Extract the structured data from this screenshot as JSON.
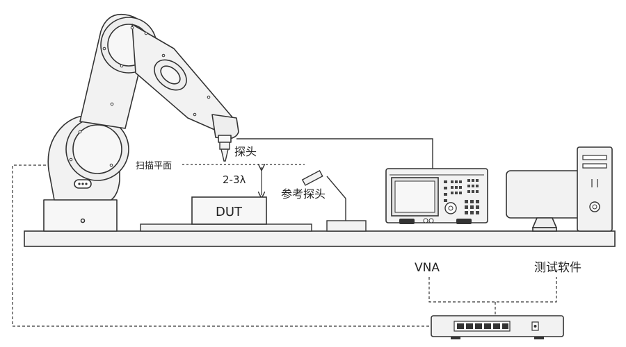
{
  "labels": {
    "probe": "探头",
    "scan_plane": "扫描平面",
    "distance": "2-3λ",
    "reference_probe": "参考探头",
    "dut": "DUT",
    "vna": "VNA",
    "test_software": "测试软件"
  },
  "colors": {
    "stroke": "#333333",
    "fill_light": "#f2f2f2",
    "fill_mid": "#e6e6e6",
    "background": "#ffffff"
  }
}
